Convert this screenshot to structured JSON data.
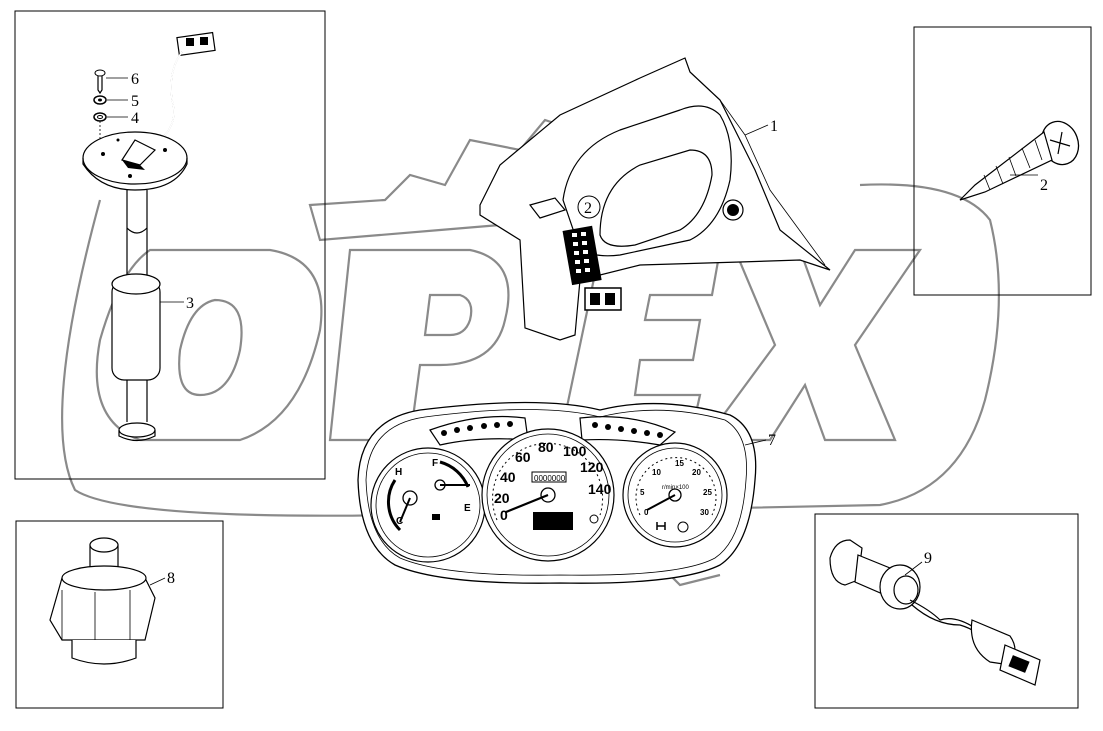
{
  "watermark": {
    "text": "OPEX",
    "color": "#8a8a8a"
  },
  "callouts": {
    "c1": "1",
    "c2a": "2",
    "c2b": "2",
    "c3": "3",
    "c4": "4",
    "c5": "5",
    "c6": "6",
    "c7": "7",
    "c8": "8",
    "c9": "9"
  },
  "speedometer": {
    "ticks": [
      "0",
      "20",
      "40",
      "60",
      "80",
      "100",
      "120",
      "140"
    ],
    "odometer": "0000000"
  },
  "tachometer": {
    "ticks": [
      "0",
      "5",
      "10",
      "15",
      "20",
      "25",
      "30"
    ],
    "unit_label": "r/min×100"
  },
  "fuel_temp_gauge": {
    "fuel_full": "F",
    "fuel_empty": "E",
    "temp_cold": "C",
    "temp_hot": "H"
  }
}
